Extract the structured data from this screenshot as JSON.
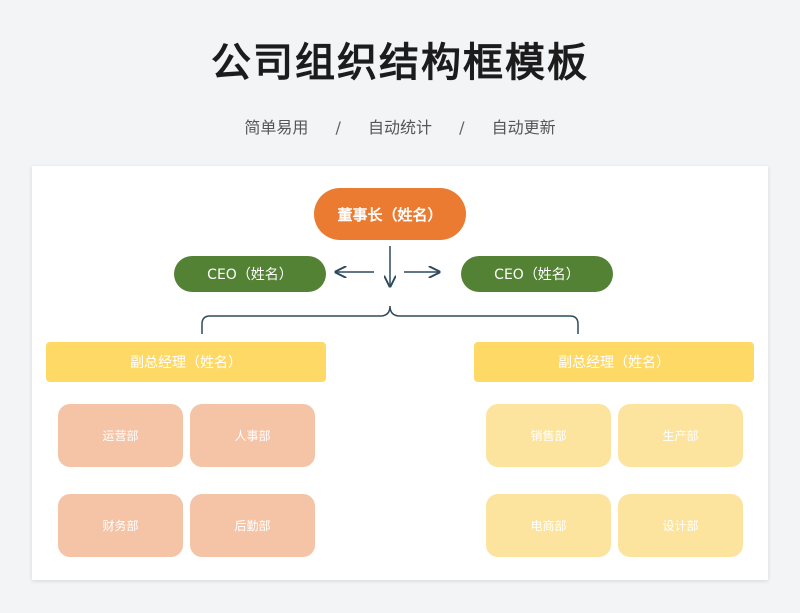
{
  "title": "公司组织结构框模板",
  "subtitle": [
    "简单易用",
    "/",
    "自动统计",
    "/",
    "自动更新"
  ],
  "chairman": "董事长（姓名）",
  "ceo_left": "CEO（姓名）",
  "ceo_right": "CEO（姓名）",
  "vp_left": "副总经理（姓名）",
  "vp_right": "副总经理（姓名）",
  "departments_left": [
    "运营部",
    "人事部",
    "财务部",
    "后勤部"
  ],
  "departments_right": [
    "销售部",
    "生产部",
    "电商部",
    "设计部"
  ],
  "colors": {
    "chairman": "#ea7b30",
    "ceo": "#538235",
    "vp": "#ffd966",
    "dept_left": "#f5c4a6",
    "dept_right": "#fde49e",
    "connector": "#2d4a5e"
  }
}
